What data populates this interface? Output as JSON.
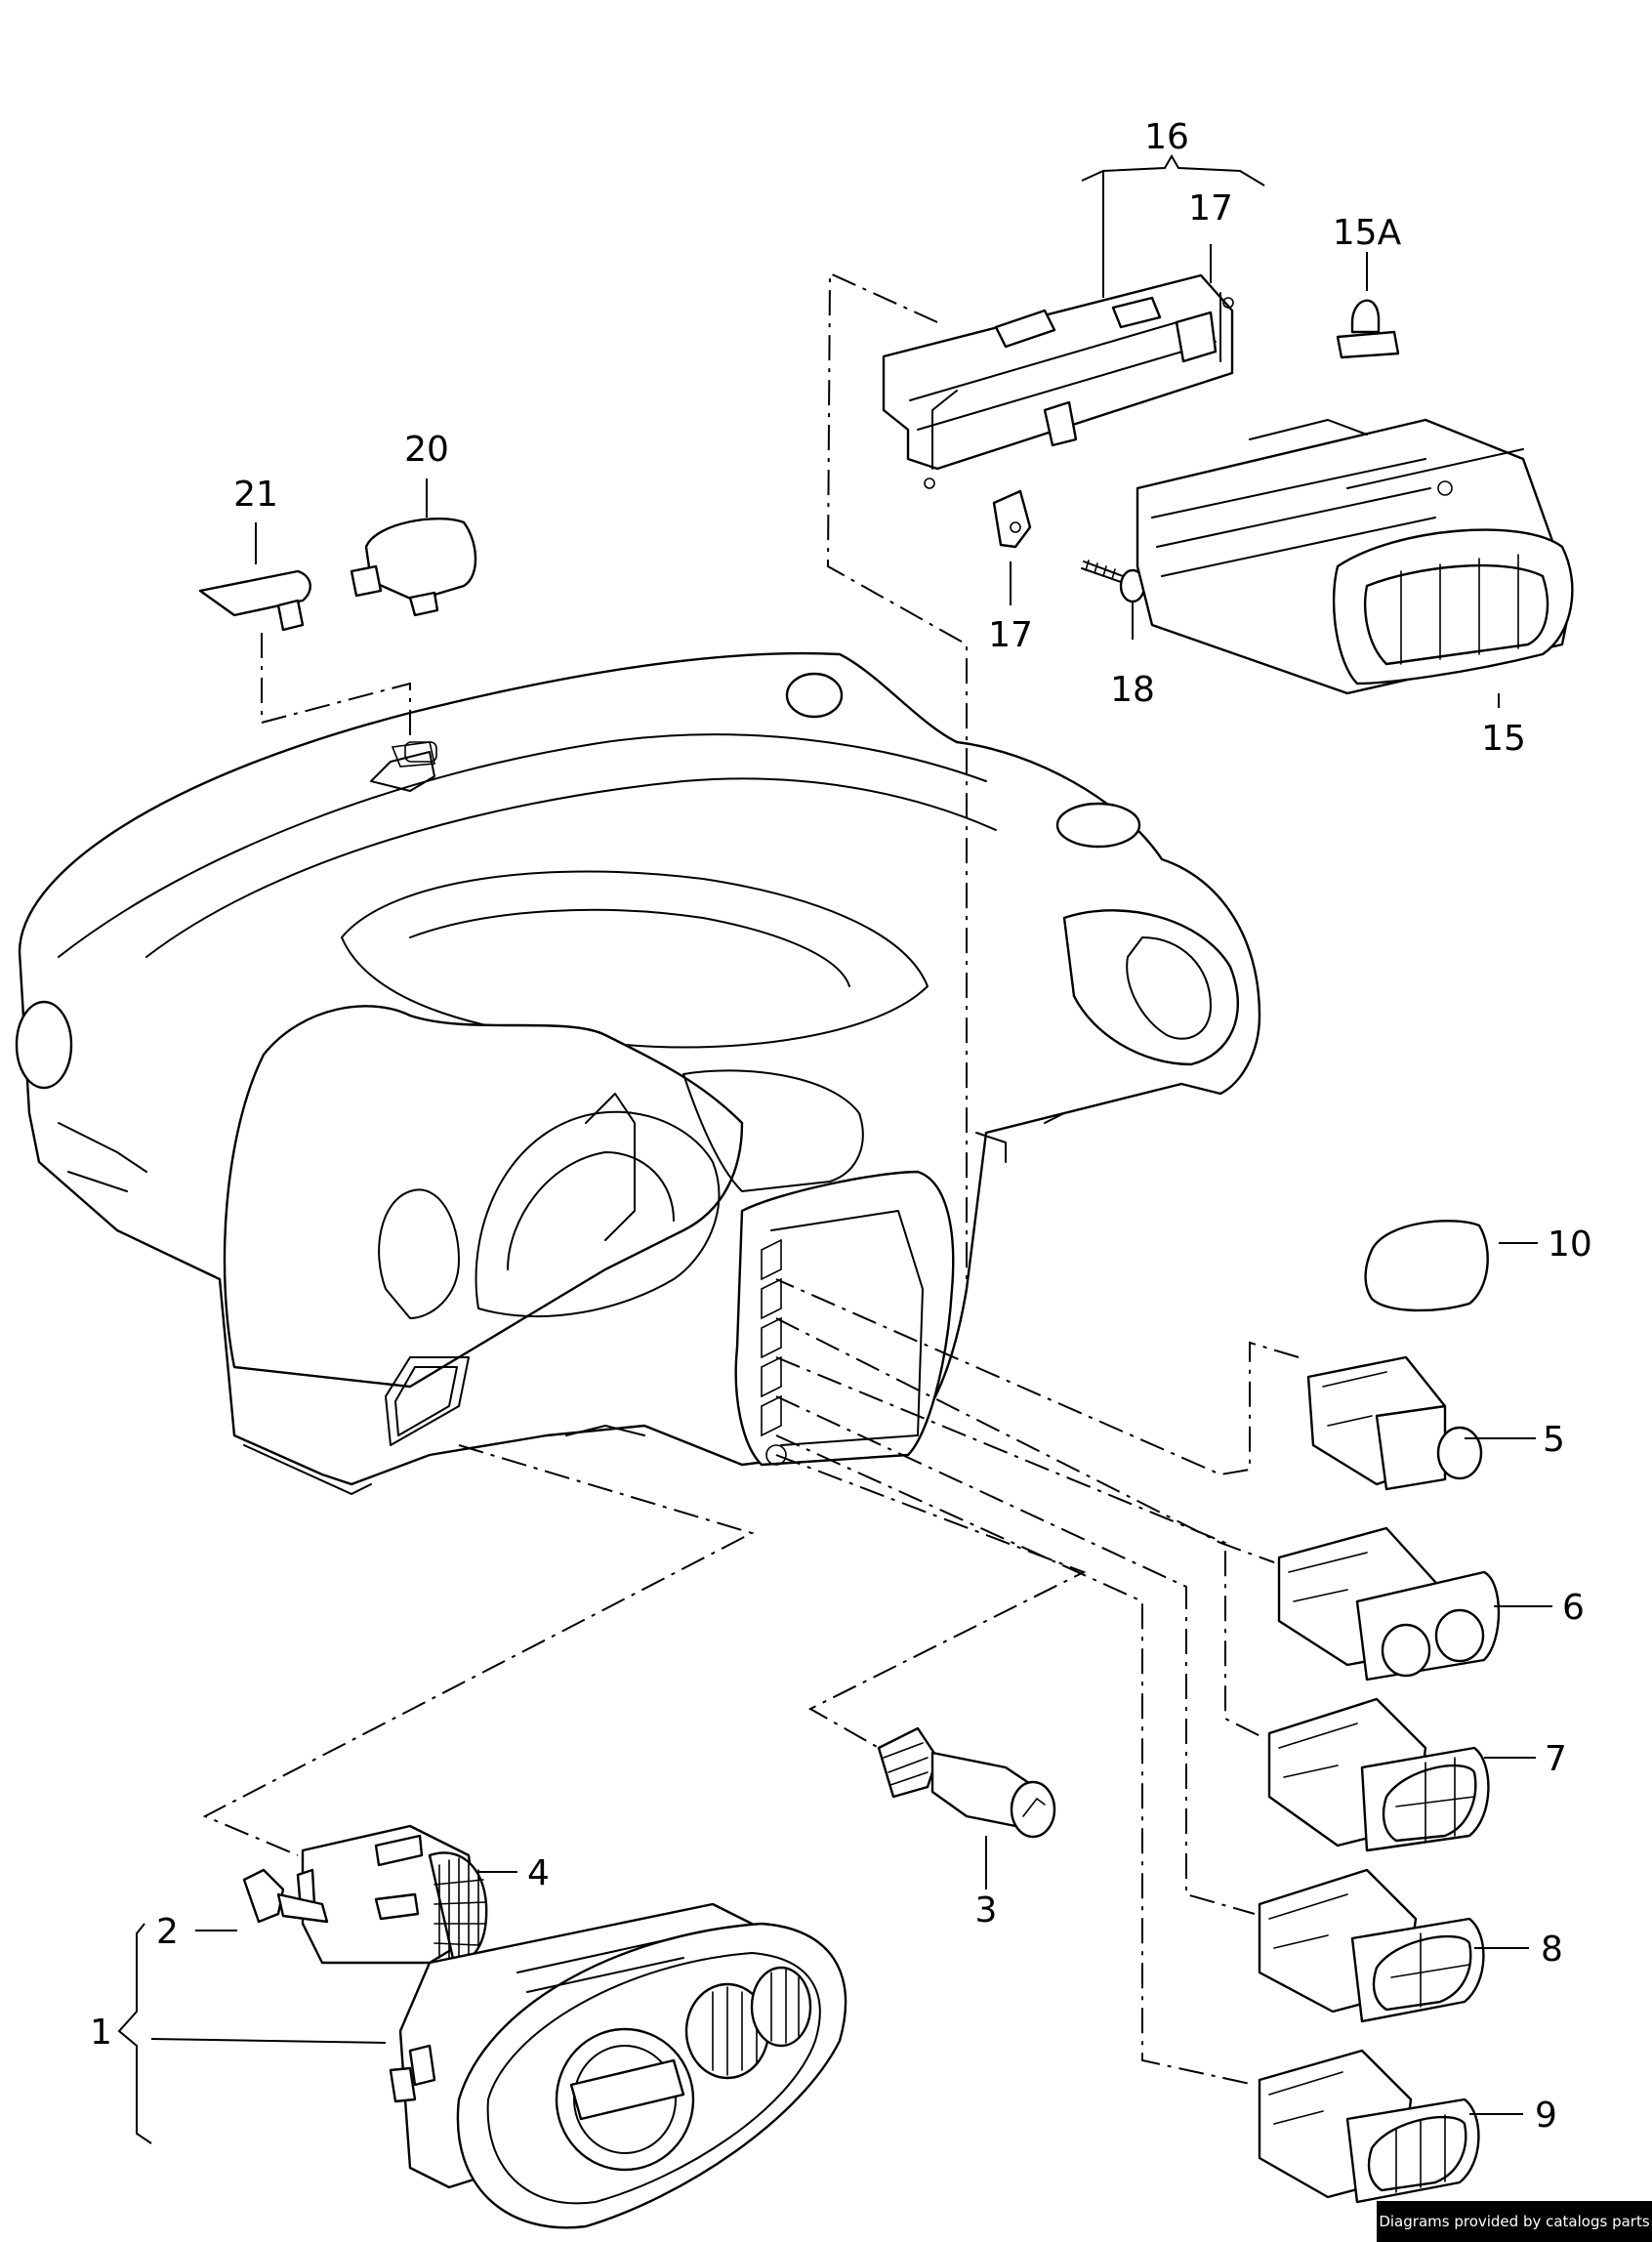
{
  "callouts": {
    "c1": "1",
    "c2": "2",
    "c3": "3",
    "c4": "4",
    "c5": "5",
    "c6": "6",
    "c7": "7",
    "c8": "8",
    "c9": "9",
    "c10": "10",
    "c15": "15",
    "c15a": "15A",
    "c16": "16",
    "c17a": "17",
    "c17b": "17",
    "c18": "18",
    "c20": "20",
    "c21": "21"
  },
  "footer": {
    "credit": "Diagrams provided by catalogs parts"
  }
}
